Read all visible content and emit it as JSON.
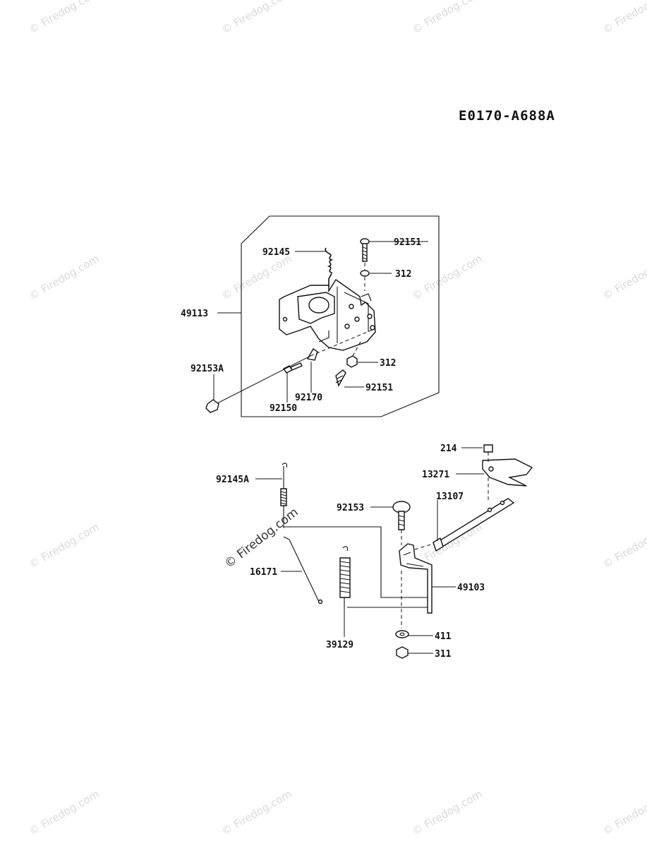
{
  "diagram": {
    "code": "E0170-A688A",
    "watermark": "© Firedog.com",
    "parts": {
      "p92151a": "92151",
      "p92145": "92145",
      "p312a": "312",
      "p49113": "49113",
      "p92153A": "92153A",
      "p312b": "312",
      "p92151b": "92151",
      "p92170": "92170",
      "p92150": "92150",
      "p214": "214",
      "p13271": "13271",
      "p92145A": "92145A",
      "p13107": "13107",
      "p92153": "92153",
      "p16171": "16171",
      "p49103": "49103",
      "p39129": "39129",
      "p411": "411",
      "p311": "311"
    }
  }
}
